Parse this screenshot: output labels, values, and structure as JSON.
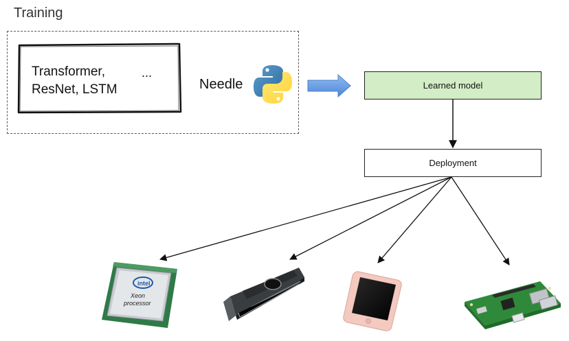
{
  "training": {
    "title": "Training",
    "models_line1": "Transformer,",
    "models_line2": "ResNet, LSTM",
    "ellipsis": "...",
    "library_label": "Needle"
  },
  "pipeline": {
    "learned_model_label": "Learned model",
    "deployment_label": "Deployment"
  },
  "devices": [
    "intel-xeon-cpu-icon",
    "gpu-card-icon",
    "smartphone-icon",
    "raspberry-pi-board-icon"
  ],
  "colors": {
    "learned_fill": "#d3edc6",
    "arrow_fill": "#6ea3e8",
    "python_blue": "#3c73a8",
    "python_yellow": "#f7d046"
  }
}
